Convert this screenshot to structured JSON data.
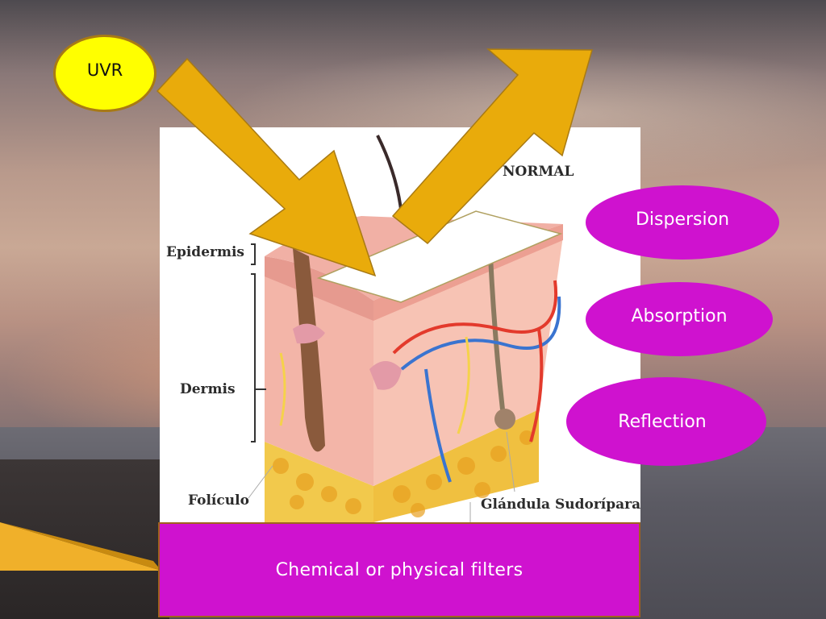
{
  "source_label": "UVR",
  "outcomes": [
    "Dispersion",
    "Absorption",
    "Reflection"
  ],
  "filter_caption": "Chemical or physical filters",
  "skin_diagram": {
    "heading": "NORMAL",
    "layers": [
      "Epidermis",
      "Dermis"
    ],
    "structures": [
      "Folículo",
      "Glándula Sudorípara"
    ]
  },
  "colors": {
    "uvr_fill": "#ffff00",
    "arrow_fill": "#e9ab0b",
    "outcome_fill": "#cf12cf",
    "caption_fill": "#cf12cf"
  }
}
